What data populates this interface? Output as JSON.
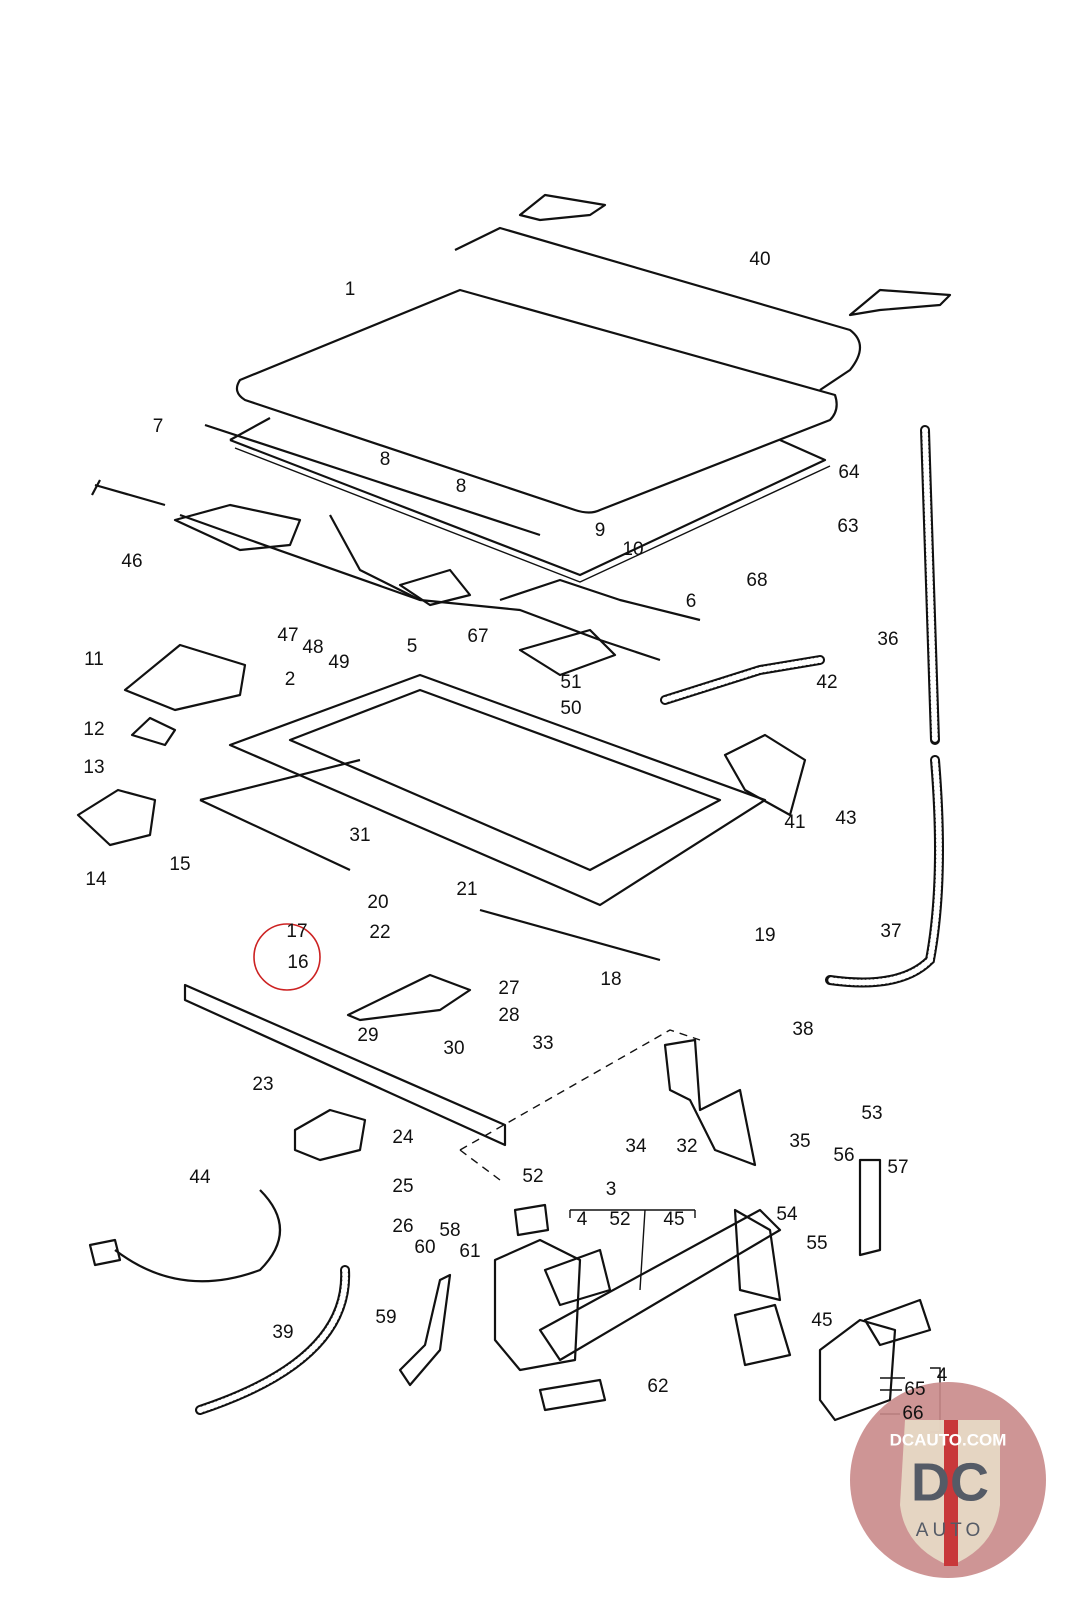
{
  "diagram": {
    "callouts": [
      "1",
      "40",
      "7",
      "8",
      "8",
      "9",
      "10",
      "6",
      "64",
      "63",
      "68",
      "36",
      "46",
      "47",
      "48",
      "49",
      "5",
      "67",
      "11",
      "2",
      "51",
      "50",
      "42",
      "12",
      "13",
      "43",
      "41",
      "14",
      "15",
      "31",
      "21",
      "20",
      "19",
      "22",
      "17",
      "16",
      "37",
      "18",
      "27",
      "28",
      "29",
      "30",
      "38",
      "33",
      "23",
      "24",
      "34",
      "32",
      "35",
      "53",
      "56",
      "57",
      "44",
      "52",
      "3",
      "4",
      "52",
      "45",
      "25",
      "54",
      "55",
      "26",
      "58",
      "60",
      "61",
      "59",
      "39",
      "45",
      "62",
      "4",
      "65",
      "66"
    ],
    "highlighted_callouts": [
      "16",
      "17"
    ],
    "highlight_color": "#cc2222",
    "icons": [
      "sunroof-panel",
      "sunroof-frame",
      "motor",
      "cable-hose",
      "relay",
      "screw",
      "nut"
    ]
  },
  "watermark": {
    "text": "DCAUTO.COM",
    "logo_letters": "DC",
    "logo_sub": "AUTO",
    "colors": {
      "circle": "#c98a8a",
      "shield": "#e8dcc6",
      "letters": "#555b66",
      "stripe": "#c8383a"
    }
  }
}
